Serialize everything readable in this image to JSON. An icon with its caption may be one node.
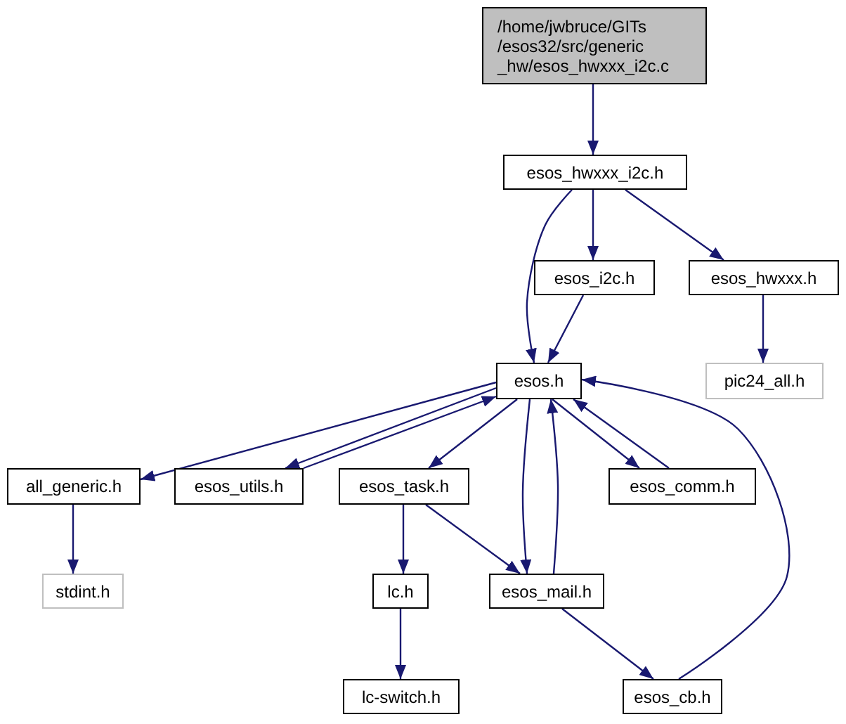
{
  "diagram": {
    "nodes": [
      {
        "text": [
          "/home/jwbruce/GITs /esos32/src/generic _hw/esos_hwxxx_i2c.c"
        ]
      },
      {
        "text": [
          "esos_hwxxx_i2c.h"
        ]
      },
      {
        "text": [
          "esos_i2c.h"
        ]
      },
      {
        "text": [
          "esos_hwxxx.h"
        ]
      },
      {
        "text": [
          "pic24_all.h"
        ]
      },
      {
        "text": [
          "esos.h"
        ]
      },
      {
        "text": [
          "all_generic.h"
        ]
      },
      {
        "text": [
          "esos_utils.h"
        ]
      },
      {
        "text": [
          "esos_task.h"
        ]
      },
      {
        "text": [
          "esos_comm.h"
        ]
      },
      {
        "text": [
          "stdint.h"
        ]
      },
      {
        "text": [
          "lc.h"
        ]
      },
      {
        "text": [
          "esos_mail.h"
        ]
      },
      {
        "text": [
          "lc-switch.h"
        ]
      },
      {
        "text": [
          "esos_cb.h"
        ]
      }
    ],
    "edges": [
      {
        "from": 0,
        "to": 1,
        "arrow": "to"
      },
      {
        "from": 1,
        "to": 5,
        "arrow": "to"
      },
      {
        "from": 1,
        "to": 2,
        "arrow": "to"
      },
      {
        "from": 1,
        "to": 3,
        "arrow": "to"
      },
      {
        "from": 2,
        "to": 5,
        "arrow": "to"
      },
      {
        "from": 3,
        "to": 4,
        "arrow": "to"
      },
      {
        "from": 5,
        "to": 6,
        "arrow": "to"
      },
      {
        "from": 5,
        "to": 7,
        "arrow": "to"
      },
      {
        "from": 7,
        "to": 5,
        "arrow": "to"
      },
      {
        "from": 5,
        "to": 8,
        "arrow": "to"
      },
      {
        "from": 5,
        "to": 12,
        "arrow": "to"
      },
      {
        "from": 12,
        "to": 5,
        "arrow": "to"
      },
      {
        "from": 5,
        "to": 9,
        "arrow": "to"
      },
      {
        "from": 9,
        "to": 5,
        "arrow": "to"
      },
      {
        "from": 14,
        "to": 5,
        "arrow": "to"
      },
      {
        "from": 6,
        "to": 10,
        "arrow": "to"
      },
      {
        "from": 8,
        "to": 11,
        "arrow": "to"
      },
      {
        "from": 8,
        "to": 12,
        "arrow": "to"
      },
      {
        "from": 11,
        "to": 13,
        "arrow": "to"
      },
      {
        "from": 12,
        "to": 14,
        "arrow": "to"
      }
    ]
  }
}
